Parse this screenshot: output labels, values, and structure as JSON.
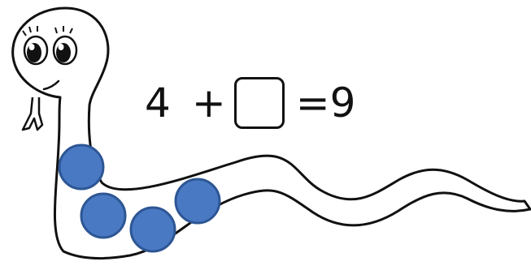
{
  "equation": {
    "addend": "4",
    "operator": "+",
    "answer_value": "",
    "result": "=9"
  },
  "counters": {
    "count": 4,
    "color": "#4a79c4",
    "outline": "#2d5694"
  },
  "snake": {
    "outline_color": "#111111",
    "fill_color": "#ffffff"
  }
}
